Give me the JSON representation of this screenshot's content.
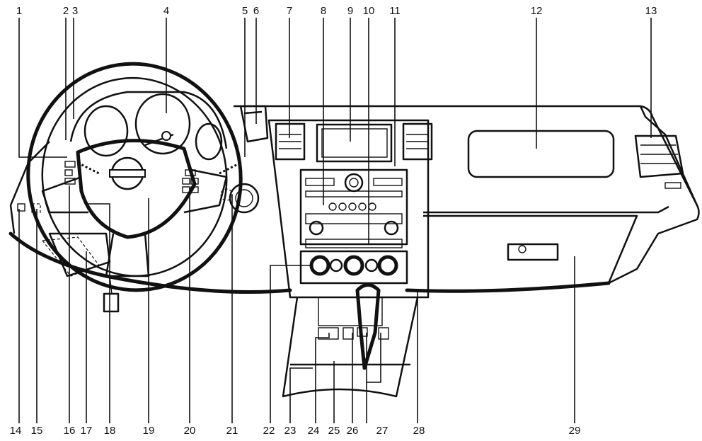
{
  "callouts": {
    "top": [
      {
        "id": "c1",
        "label": "1"
      },
      {
        "id": "c2",
        "label": "2"
      },
      {
        "id": "c3",
        "label": "3"
      },
      {
        "id": "c4",
        "label": "4"
      },
      {
        "id": "c5",
        "label": "5"
      },
      {
        "id": "c6",
        "label": "6"
      },
      {
        "id": "c7",
        "label": "7"
      },
      {
        "id": "c8",
        "label": "8"
      },
      {
        "id": "c9",
        "label": "9"
      },
      {
        "id": "c10",
        "label": "10"
      },
      {
        "id": "c11",
        "label": "11"
      },
      {
        "id": "c12",
        "label": "12"
      },
      {
        "id": "c13",
        "label": "13"
      }
    ],
    "bottom": [
      {
        "id": "c14",
        "label": "14"
      },
      {
        "id": "c15",
        "label": "15"
      },
      {
        "id": "c16",
        "label": "16"
      },
      {
        "id": "c17",
        "label": "17"
      },
      {
        "id": "c18",
        "label": "18"
      },
      {
        "id": "c19",
        "label": "19"
      },
      {
        "id": "c20",
        "label": "20"
      },
      {
        "id": "c21",
        "label": "21"
      },
      {
        "id": "c22",
        "label": "22"
      },
      {
        "id": "c23",
        "label": "23"
      },
      {
        "id": "c24",
        "label": "24"
      },
      {
        "id": "c25",
        "label": "25"
      },
      {
        "id": "c26",
        "label": "26"
      },
      {
        "id": "c27",
        "label": "27"
      },
      {
        "id": "c28",
        "label": "28"
      },
      {
        "id": "c29",
        "label": "29"
      }
    ]
  }
}
